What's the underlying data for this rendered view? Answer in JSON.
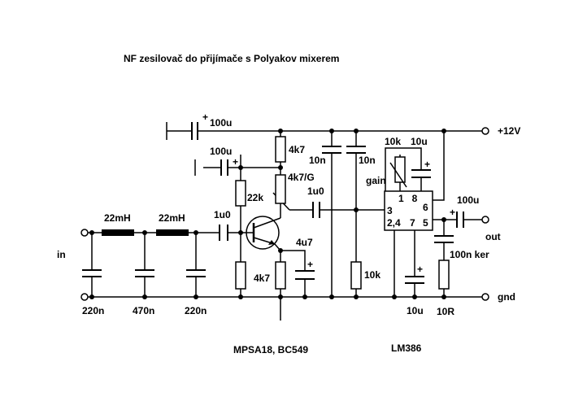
{
  "title": "NF zesilovač do přijímače s Polyakov mixerem",
  "labels": {
    "in": "in",
    "gnd": "gnd",
    "out": "out",
    "vcc": "+12V",
    "transistor_note": "MPSA18, BC549",
    "ic_note": "LM386",
    "gain": "gain"
  },
  "components": {
    "L1": "22mH",
    "L2": "22mH",
    "C_in1": "220n",
    "C_in2": "470n",
    "C_in3": "220n",
    "C_couple1": "1u0",
    "C_couple2": "1u0",
    "C_supply": "100u",
    "C_bias": "100u",
    "R_collector": "4k7",
    "R_pot": "4k7/G",
    "R_base": "22k",
    "C_emitter": "4u7",
    "R_emitter": "4k7",
    "C_dec1": "10n",
    "C_dec2": "10n",
    "R_input": "10k",
    "R_gain": "10k",
    "C_gain": "10u",
    "C_bypass": "10u",
    "C_out": "100u",
    "C_zobel": "100n ker",
    "R_zobel": "10R"
  },
  "ic_pins": {
    "p18": "1   8",
    "p3": "3",
    "p6": "6",
    "p24": "2,4",
    "p7": "7",
    "p5": "5"
  },
  "plus": "+"
}
